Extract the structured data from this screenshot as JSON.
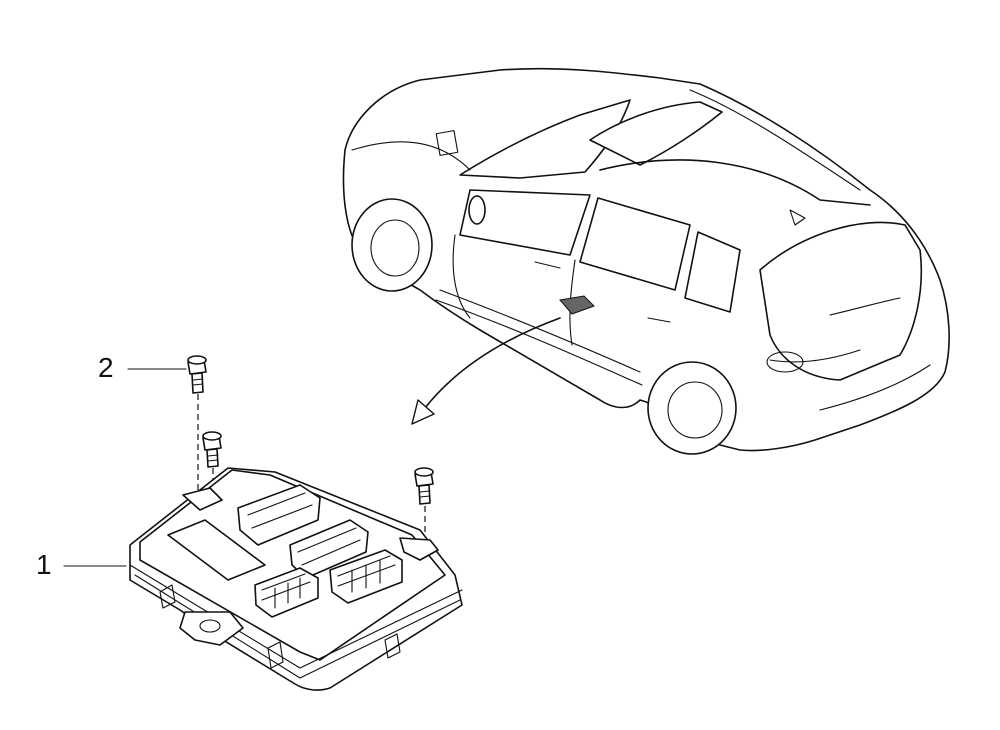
{
  "callouts": [
    {
      "label": "1",
      "part": "module"
    },
    {
      "label": "2",
      "part": "bolt"
    }
  ],
  "colors": {
    "line": "#111111",
    "background": "#ffffff",
    "highlight": "#666666"
  }
}
